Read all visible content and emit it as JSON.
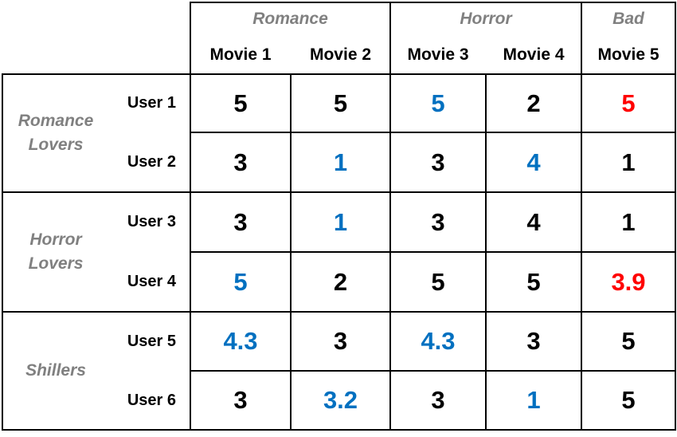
{
  "genres": [
    {
      "label": "Romance"
    },
    {
      "label": "Horror"
    },
    {
      "label": "Bad"
    }
  ],
  "movies": [
    "Movie 1",
    "Movie 2",
    "Movie 3",
    "Movie 4",
    "Movie 5"
  ],
  "groups": [
    {
      "label": "Romance Lovers"
    },
    {
      "label": "Horror Lovers"
    },
    {
      "label": "Shillers"
    }
  ],
  "users": [
    "User 1",
    "User 2",
    "User 3",
    "User 4",
    "User 5",
    "User 6"
  ],
  "colors": {
    "known": "#000000",
    "predicted": "#0070c0",
    "highlight": "#ff0000"
  },
  "ratings": [
    [
      {
        "v": "5",
        "c": "known"
      },
      {
        "v": "5",
        "c": "known"
      },
      {
        "v": "5",
        "c": "predicted"
      },
      {
        "v": "2",
        "c": "known"
      },
      {
        "v": "5",
        "c": "highlight"
      }
    ],
    [
      {
        "v": "3",
        "c": "known"
      },
      {
        "v": "1",
        "c": "predicted"
      },
      {
        "v": "3",
        "c": "known"
      },
      {
        "v": "4",
        "c": "predicted"
      },
      {
        "v": "1",
        "c": "known"
      }
    ],
    [
      {
        "v": "3",
        "c": "known"
      },
      {
        "v": "1",
        "c": "predicted"
      },
      {
        "v": "3",
        "c": "known"
      },
      {
        "v": "4",
        "c": "known"
      },
      {
        "v": "1",
        "c": "known"
      }
    ],
    [
      {
        "v": "5",
        "c": "predicted"
      },
      {
        "v": "2",
        "c": "known"
      },
      {
        "v": "5",
        "c": "known"
      },
      {
        "v": "5",
        "c": "known"
      },
      {
        "v": "3.9",
        "c": "highlight"
      }
    ],
    [
      {
        "v": "4.3",
        "c": "predicted"
      },
      {
        "v": "3",
        "c": "known"
      },
      {
        "v": "4.3",
        "c": "predicted"
      },
      {
        "v": "3",
        "c": "known"
      },
      {
        "v": "5",
        "c": "known"
      }
    ],
    [
      {
        "v": "3",
        "c": "known"
      },
      {
        "v": "3.2",
        "c": "predicted"
      },
      {
        "v": "3",
        "c": "known"
      },
      {
        "v": "1",
        "c": "predicted"
      },
      {
        "v": "5",
        "c": "known"
      }
    ]
  ]
}
